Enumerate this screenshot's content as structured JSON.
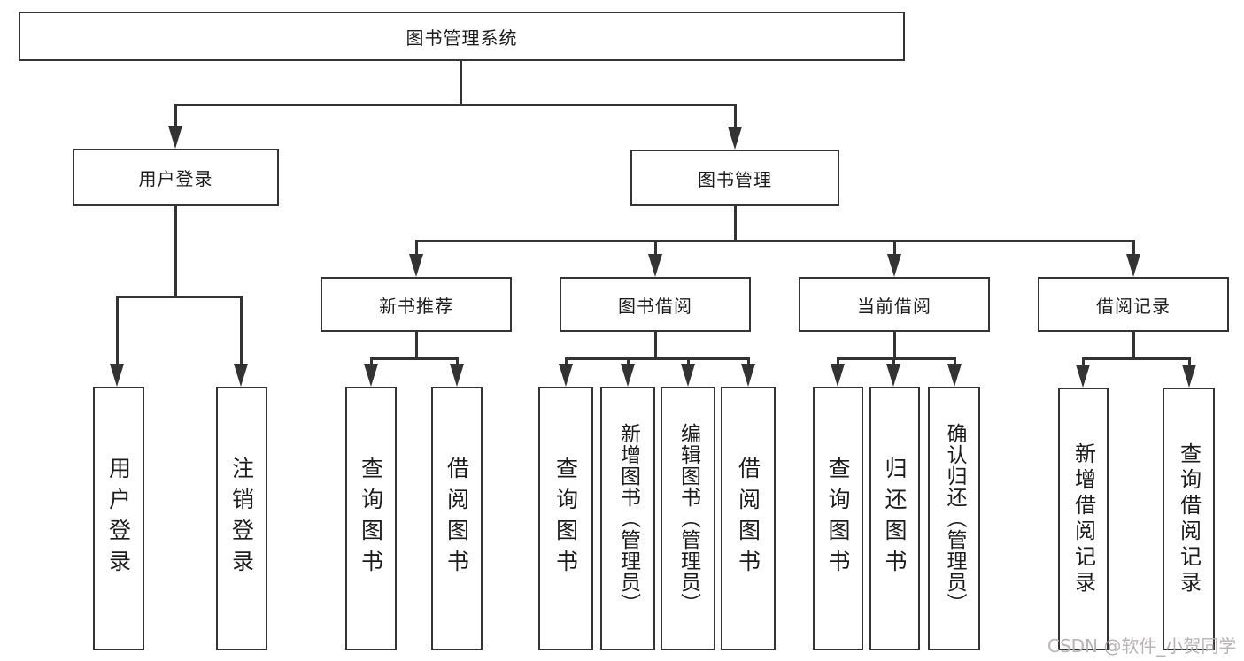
{
  "diagram": {
    "type": "hierarchy-tree",
    "title": "图书管理系统",
    "watermark": "CSDN @软件_小贺同学",
    "colors": {
      "background": "#ffffff",
      "line": "#333333",
      "box_border": "#343434",
      "text": "#1c1c1c",
      "watermark": "#b5afb1"
    },
    "tree": {
      "label": "图书管理系统",
      "children": [
        {
          "label": "用户登录",
          "children": [
            {
              "label": "用户登录"
            },
            {
              "label": "注销登录"
            }
          ]
        },
        {
          "label": "图书管理",
          "children": [
            {
              "label": "新书推荐",
              "children": [
                {
                  "label": "查询图书"
                },
                {
                  "label": "借阅图书"
                }
              ]
            },
            {
              "label": "图书借阅",
              "children": [
                {
                  "label": "查询图书"
                },
                {
                  "label": "新增图书（管理员）"
                },
                {
                  "label": "编辑图书（管理员）"
                },
                {
                  "label": "借阅图书"
                }
              ]
            },
            {
              "label": "当前借阅",
              "children": [
                {
                  "label": "查询图书"
                },
                {
                  "label": "归还图书"
                },
                {
                  "label": "确认归还（管理员）"
                }
              ]
            },
            {
              "label": "借阅记录",
              "children": [
                {
                  "label": "新增借阅记录"
                },
                {
                  "label": "查询借阅记录"
                }
              ]
            }
          ]
        }
      ]
    }
  }
}
